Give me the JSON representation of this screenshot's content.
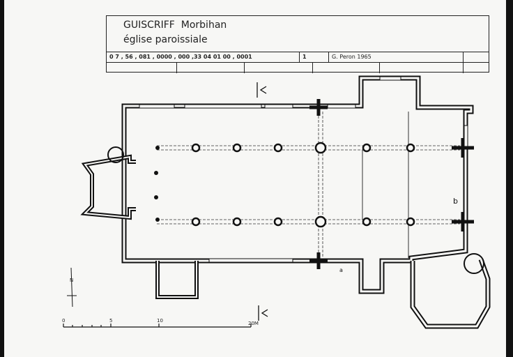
{
  "cartouche": {
    "commune": "GUISCRIFF",
    "department": "Morbihan",
    "building": "église paroissiale",
    "code": "0 7  ,  56  ,  081  ,  0000  ,  000  ,33 04 01 00  ,  0001",
    "sheet": "1",
    "author_date": "G. Peron  1965"
  },
  "plan": {
    "north_label": "N",
    "annotation_b": "b",
    "annotation_a": "a",
    "section_marker": "I<"
  },
  "scale_bar": {
    "ticks": [
      "0",
      "5",
      "10",
      "20M"
    ]
  }
}
